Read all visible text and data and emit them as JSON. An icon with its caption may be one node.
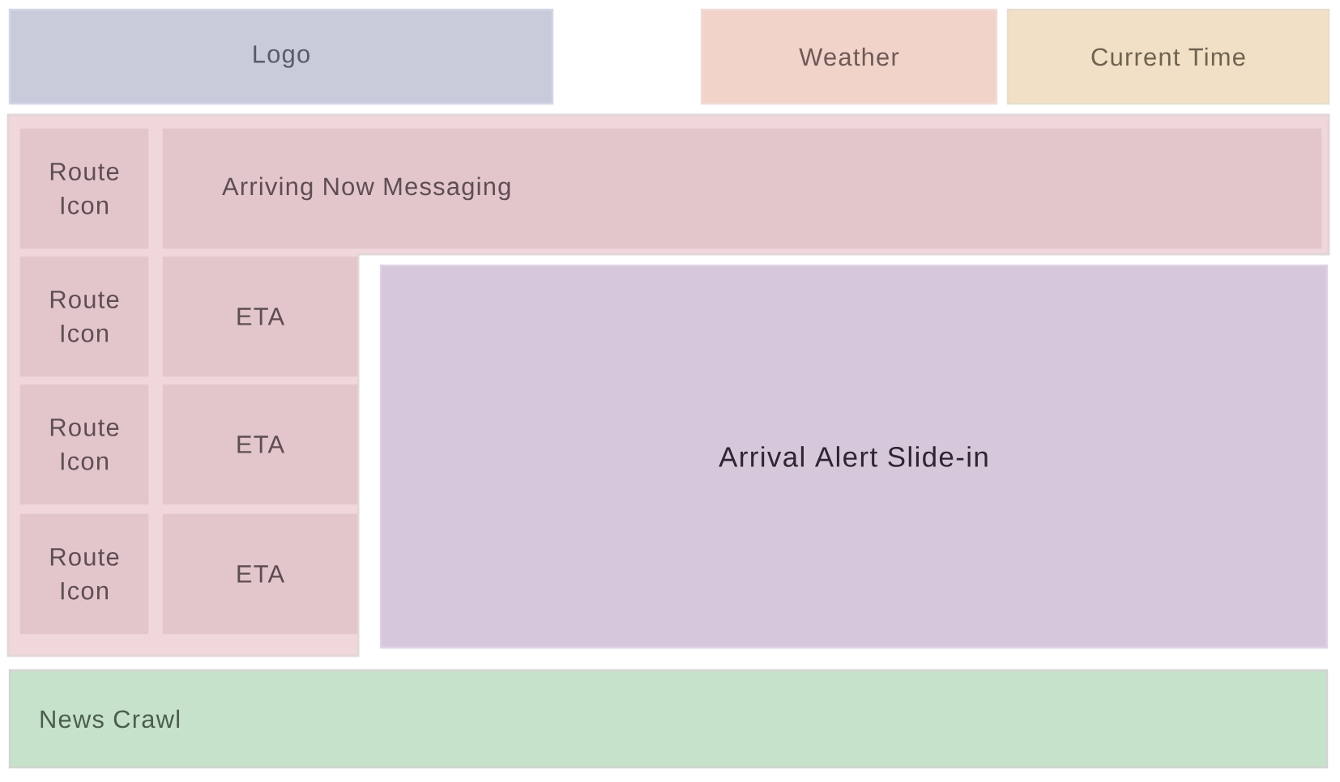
{
  "diagram": {
    "nodes": [
      {
        "text": [
          "Logo"
        ]
      },
      {
        "text": [
          "Weather"
        ]
      },
      {
        "text": [
          "Current Time"
        ]
      },
      {
        "text": [
          "Route Icon"
        ]
      },
      {
        "text": [
          "Arriving Now Messaging"
        ]
      },
      {
        "text": [
          "Route Icon"
        ]
      },
      {
        "text": [
          "ETA"
        ]
      },
      {
        "text": [
          "Route Icon"
        ]
      },
      {
        "text": [
          "ETA"
        ]
      },
      {
        "text": [
          "Route Icon"
        ]
      },
      {
        "text": [
          "ETA"
        ]
      },
      {
        "text": [
          "Arrival Alert Slide-in"
        ]
      },
      {
        "text": [
          "News Crawl"
        ]
      }
    ]
  }
}
